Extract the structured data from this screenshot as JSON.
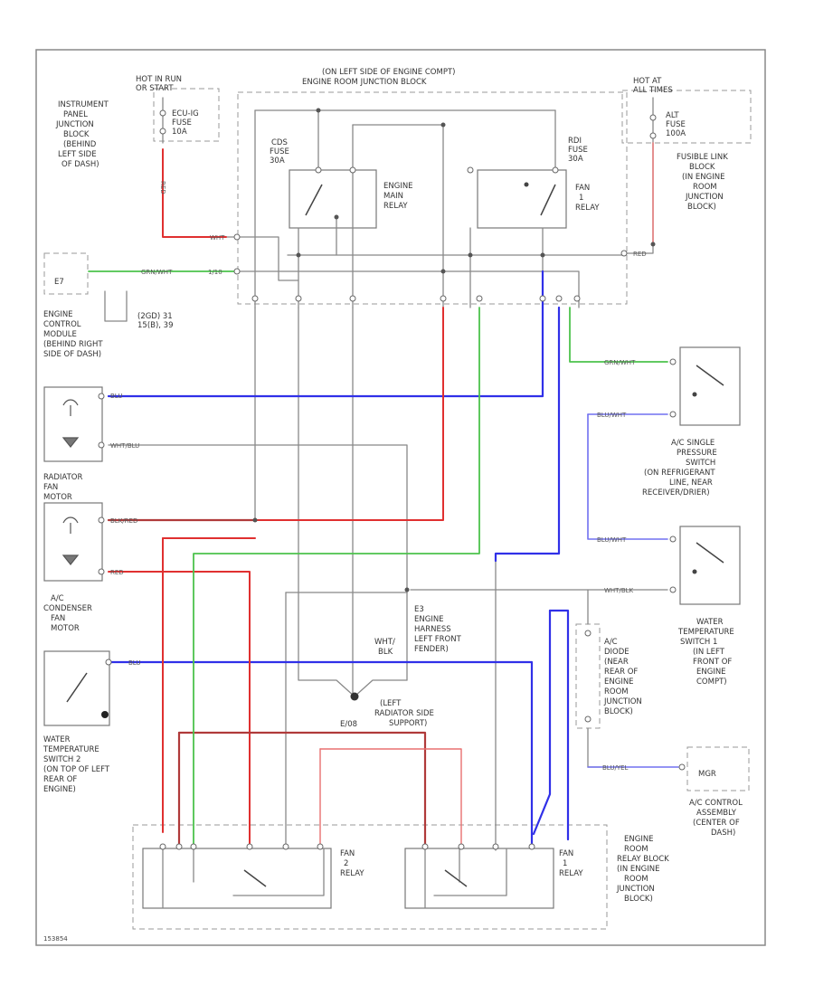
{
  "labels": {
    "hot_in_run": [
      "HOT IN RUN",
      "OR START"
    ],
    "ip_junction": [
      "INSTRUMENT",
      "PANEL",
      "JUNCTION",
      "BLOCK",
      "(BEHIND",
      "LEFT SIDE",
      "OF DASH)"
    ],
    "ecu_ig_fuse": [
      "ECU-IG",
      "FUSE",
      "10A"
    ],
    "engine_room_title": [
      "(ON LEFT SIDE OF ENGINE COMPT)",
      "ENGINE ROOM JUNCTION BLOCK"
    ],
    "hot_at_all_times": [
      "HOT AT",
      "ALL TIMES"
    ],
    "alt_fuse": [
      "ALT",
      "FUSE",
      "100A"
    ],
    "fusible_link": [
      "FUSIBLE LINK",
      "BLOCK",
      "(IN ENGINE",
      "ROOM",
      "JUNCTION",
      "BLOCK)"
    ],
    "cds_fuse": [
      "CDS",
      "FUSE",
      "30A"
    ],
    "rdi_fuse": [
      "RDI",
      "FUSE",
      "30A"
    ],
    "engine_main_relay": [
      "ENGINE",
      "MAIN",
      "RELAY"
    ],
    "fan1_relay_top": [
      "FAN",
      "1",
      "RELAY"
    ],
    "ecm_box": "E7",
    "ecm_label": [
      "ENGINE",
      "CONTROL",
      "MODULE",
      "(BEHIND RIGHT",
      "SIDE OF DASH)"
    ],
    "ecm_pins_note": [
      "(2GD) 31",
      "15(B), 39"
    ],
    "radiator_fan": [
      "RADIATOR",
      "FAN",
      "MOTOR"
    ],
    "ac_condenser_fan": [
      "A/C",
      "CONDENSER",
      "FAN",
      "MOTOR"
    ],
    "water_temp_sw2": [
      "WATER",
      "TEMPERATURE",
      "SWITCH 2",
      "(ON TOP OF LEFT",
      "REAR OF",
      "ENGINE)"
    ],
    "ac_single_pressure": [
      "A/C SINGLE",
      "PRESSURE",
      "SWITCH",
      "(ON REFRIGERANT",
      "LINE, NEAR",
      "RECEIVER/DRIER)"
    ],
    "water_temp_sw1": [
      "WATER",
      "TEMPERATURE",
      "SWITCH 1",
      "(IN LEFT",
      "FRONT OF",
      "ENGINE",
      "COMPT)"
    ],
    "ac_diode": [
      "A/C",
      "DIODE",
      "(NEAR",
      "REAR OF",
      "ENGINE",
      "ROOM",
      "JUNCTION",
      "BLOCK)"
    ],
    "ac_control": [
      "A/C CONTROL",
      "ASSEMBLY",
      "(CENTER OF",
      "DASH)"
    ],
    "ac_control_box": "MGR",
    "engine_harness": [
      "E3",
      "ENGINE",
      "HARNESS",
      "LEFT FRONT",
      "FENDER)"
    ],
    "ground_wht_blk": [
      "WHT/",
      "BLK"
    ],
    "left_radiator": [
      "(LEFT",
      "RADIATOR SIDE",
      "SUPPORT)"
    ],
    "ground_e_num": "E/08",
    "fan2_relay": [
      "FAN",
      "2",
      "RELAY"
    ],
    "fan1_relay_bottom": [
      "FAN",
      "1",
      "RELAY"
    ],
    "engine_room_relay": [
      "ENGINE",
      "ROOM",
      "RELAY BLOCK",
      "(IN ENGINE",
      "ROOM",
      "JUNCTION",
      "BLOCK)"
    ],
    "page_code": "153854"
  },
  "wires": {
    "red_top": "RED",
    "wht_top": "WHT",
    "grn_ecm": "GRN/WHT",
    "grn_pin": "1/10",
    "red_alt": "RED",
    "blu_rad": "BLU",
    "wht_blu_rad": "WHT/BLU",
    "blk_red": "BLK/RED",
    "red_rad2": "RED",
    "blu_cond": "BLU",
    "grn_wht_right": "GRN/WHT",
    "blu_wht_right1": "BLU/WHT",
    "blu_wht_right2": "BLU/WHT",
    "wht_blk_right": "WHT/BLK",
    "blu_yel": "BLU/YEL"
  },
  "colors": {
    "blue": "#3030e8",
    "red": "#e03030",
    "darkred": "#b03a3a",
    "green": "#4cc24c",
    "gray": "#888888"
  }
}
